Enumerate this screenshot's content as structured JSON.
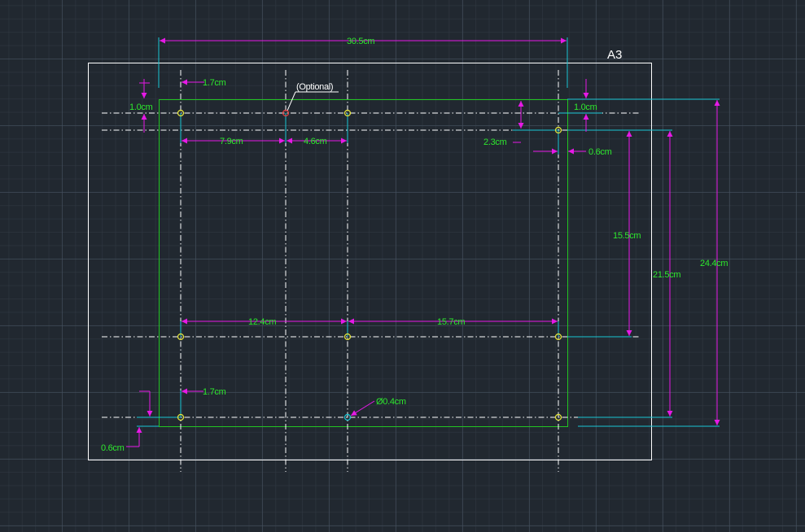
{
  "sheet": {
    "name": "A3"
  },
  "labels": {
    "overall_width": "30.5cm",
    "top_left_x": "1.7cm",
    "top_left_y": "1.0cm",
    "top_right_y": "1.0cm",
    "optional_note": "(Optional)",
    "spacing_a": "7.9cm",
    "spacing_b": "4.6cm",
    "right_drop": "2.3cm",
    "right_x": "0.6cm",
    "vertical_inner": "15.5cm",
    "vertical_mid": "21.5cm",
    "vertical_overall": "24.4cm",
    "span_left": "12.4cm",
    "span_right": "15.7cm",
    "bottom_left_x": "1.7cm",
    "hole_diameter": "Ø0.4cm",
    "bottom_left_y": "0.6cm"
  },
  "colors": {
    "sheet": "#ffffff",
    "board": "#22c522",
    "dimension": "#e619e6",
    "text": "#2ee82e",
    "extension": "#19c6d4",
    "hole": "#e8e83a",
    "optional_hole": "#e84040",
    "centerline": "#ffffff"
  }
}
